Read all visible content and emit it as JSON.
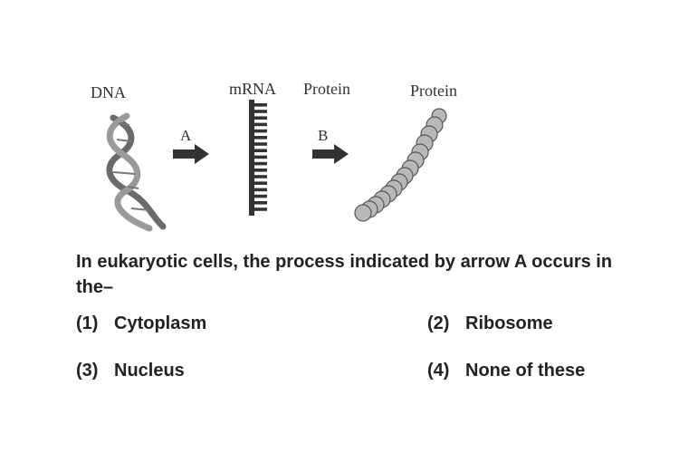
{
  "figure": {
    "labels": {
      "dna": "DNA",
      "mrna": "mRNA",
      "protein_middle": "Protein",
      "protein_right": "Protein"
    },
    "arrows": {
      "a": "A",
      "b": "B"
    },
    "colors": {
      "strand": "#666666",
      "bead_fill": "#b8b8b8",
      "bead_stroke": "#555555",
      "arrow": "#333333"
    }
  },
  "question": {
    "text": "In eukaryotic cells, the process indicated by arrow A occurs in the–"
  },
  "options": [
    {
      "num": "(1)",
      "text": "Cytoplasm"
    },
    {
      "num": "(2)",
      "text": "Ribosome"
    },
    {
      "num": "(3)",
      "text": "Nucleus"
    },
    {
      "num": "(4)",
      "text": "None of these"
    }
  ]
}
